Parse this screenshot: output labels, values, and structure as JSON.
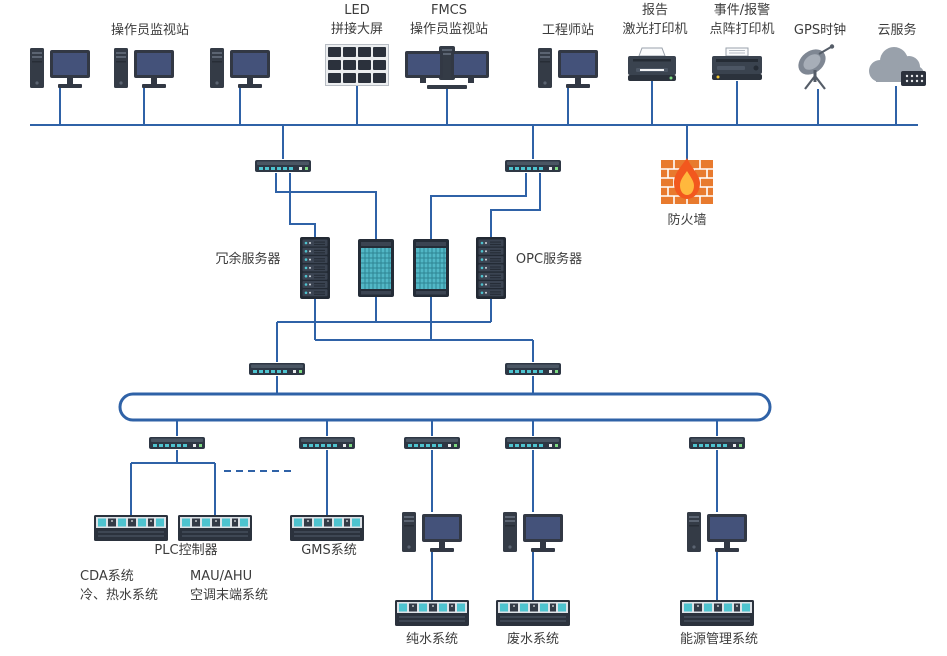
{
  "labels": {
    "operator_station": "操作员监视站",
    "led_wall": "LED\n拼接大屏",
    "fmcs_station": "FMCS\n操作员监视站",
    "engineer_station": "工程师站",
    "laser_printer": "报告\n激光打印机",
    "dot_matrix_printer": "事件/报警\n点阵打印机",
    "gps_clock": "GPS时钟",
    "cloud_service": "云服务",
    "firewall": "防火墙",
    "redundant_server": "冗余服务器",
    "opc_server": "OPC服务器",
    "plc_controller": "PLC控制器",
    "gms_system": "GMS系统",
    "cda_system": "CDA系统\n冷、热水系统",
    "mau_ahu": "MAU/AHU\n空调末端系统",
    "pure_water": "纯水系统",
    "waste_water": "废水系统",
    "energy_mgmt": "能源管理系统"
  },
  "icons": {
    "workstation-icon": "tower pc + monitor",
    "led-wall-icon": "grid video wall",
    "dual-workstation-icon": "two monitors + tower",
    "printer-icon": "laser printer with paper",
    "dot-matrix-printer-icon": "dot matrix printer with paper",
    "gps-antenna-icon": "satellite dish on tripod",
    "cloud-icon": "cloud with server box",
    "switch-icon": "rack-mount network switch",
    "server-rack-icon": "stacked rack server",
    "tower-server-icon": "teal-front tower server",
    "plc-rack-icon": "PLC controller rack",
    "firewall-icon": "orange brick wall with flame"
  },
  "colors": {
    "line_color": "#2f62a7",
    "device_teal": "#4ec3cf",
    "server_panel": "#52b7c6",
    "firewall_brick": "#e87a2e",
    "flame_outer": "#f2581e",
    "flame_inner": "#ffb83d"
  },
  "connections": {
    "top_bus": [
      "operator_station x3",
      "led_wall",
      "fmcs_station",
      "engineer_station",
      "laser_printer",
      "dot_matrix_printer",
      "gps_clock",
      "cloud_service",
      "switch-1",
      "switch-2",
      "firewall"
    ],
    "server_layer": [
      "redundant_server rack",
      "tower server x2",
      "opc_server rack"
    ],
    "ring": "rounded-rectangle ring bus feeding 5 field switches",
    "field_branches": [
      "plc_controller x2 (dashed continuation)",
      "gms_system plc",
      "pure_water workstation+plc",
      "waste_water workstation+plc",
      "energy_mgmt workstation+plc"
    ]
  }
}
